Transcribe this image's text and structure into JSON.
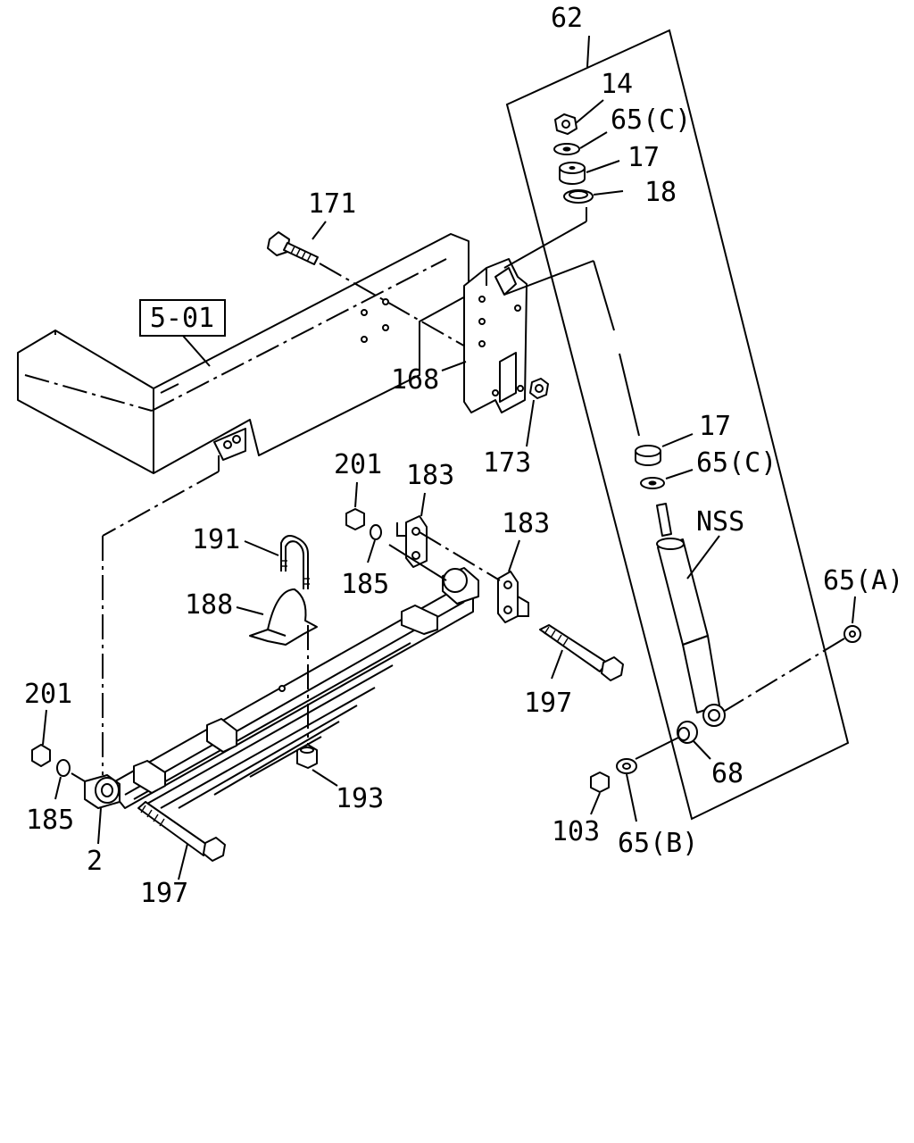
{
  "diagram": {
    "ref_box": "5-01",
    "labels": {
      "p62": "62",
      "p14": "14",
      "p65c_top": "65(C)",
      "p17_top": "17",
      "p18": "18",
      "p171": "171",
      "p168": "168",
      "p173": "173",
      "p17_mid": "17",
      "p65c_mid": "65(C)",
      "pnss": "NSS",
      "p65a": "65(A)",
      "p201_top": "201",
      "p183_left": "183",
      "p183_right": "183",
      "p191": "191",
      "p185_top": "185",
      "p188": "188",
      "p197_right": "197",
      "p201_left": "201",
      "p193": "193",
      "p185_left": "185",
      "p2": "2",
      "p197_bottom": "197",
      "p68": "68",
      "p103": "103",
      "p65b": "65(B)"
    }
  }
}
